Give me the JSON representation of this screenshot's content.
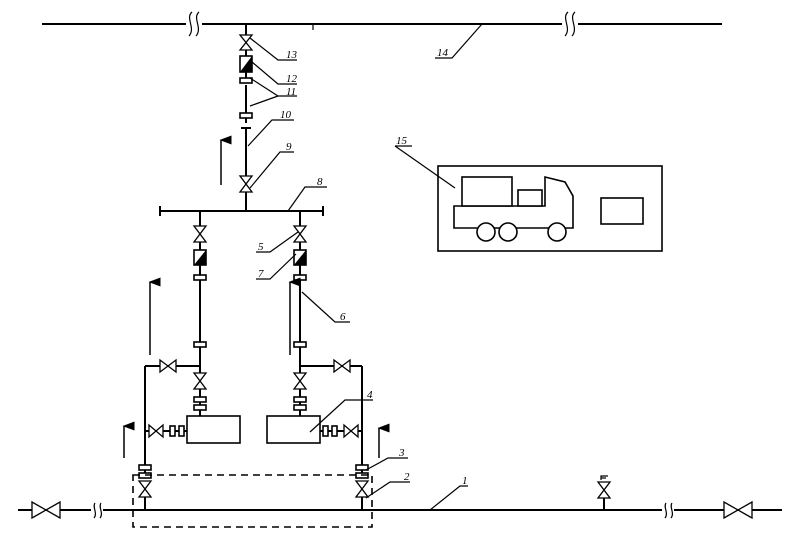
{
  "diagram": {
    "labels": {
      "l1": "1",
      "l2": "2",
      "l3": "3",
      "l4": "4",
      "l5": "5",
      "l6": "6",
      "l7": "7",
      "l8": "8",
      "l9": "9",
      "l10": "10",
      "l11": "11",
      "l12": "12",
      "l13": "13",
      "l14": "14",
      "l15": "15"
    },
    "flow_direction": "up",
    "colors": {
      "line": "#000000",
      "background": "#ffffff"
    }
  }
}
